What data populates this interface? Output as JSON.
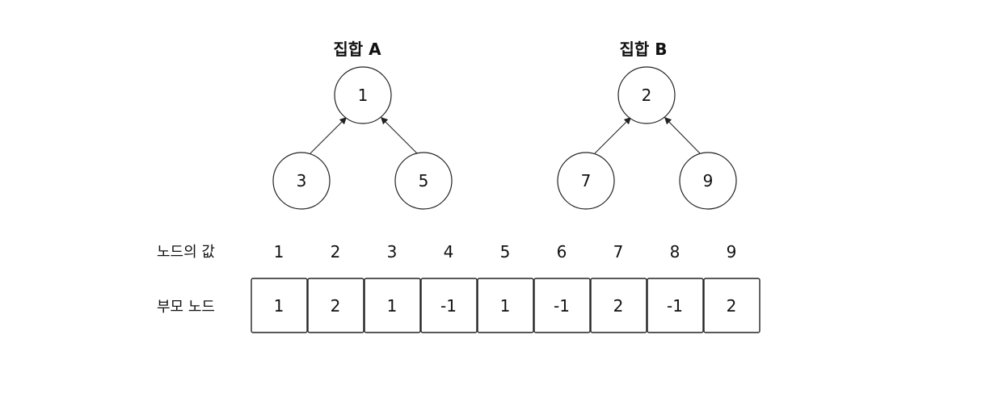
{
  "sets": [
    {
      "title": "집합 A",
      "root": "1",
      "children": [
        "3",
        "5"
      ]
    },
    {
      "title": "집합 B",
      "root": "2",
      "children": [
        "7",
        "9"
      ]
    }
  ],
  "table": {
    "index_row_label": "노드의 값",
    "parent_row_label": "부모 노드",
    "node_values": [
      "1",
      "2",
      "3",
      "4",
      "5",
      "6",
      "7",
      "8",
      "9"
    ],
    "parent_values": [
      "1",
      "2",
      "1",
      "-1",
      "1",
      "-1",
      "2",
      "-1",
      "2"
    ]
  },
  "colors": {
    "line": "#222222",
    "text": "#111111",
    "background": "#ffffff"
  }
}
